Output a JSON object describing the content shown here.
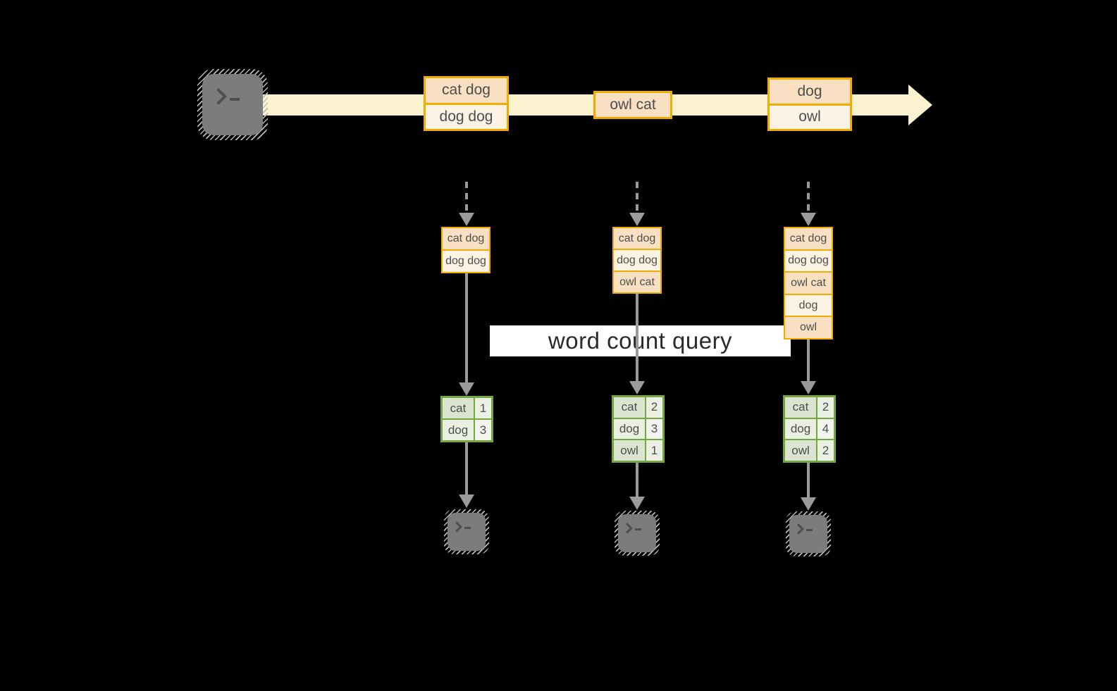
{
  "banner": {
    "label": "word count query"
  },
  "stream": {
    "source_icon": "terminal-icon",
    "events": [
      {
        "lines": [
          "cat dog",
          "dog dog"
        ]
      },
      {
        "lines": [
          "owl cat"
        ]
      },
      {
        "lines": [
          "dog",
          "owl"
        ]
      }
    ]
  },
  "columns": [
    {
      "buffer": [
        "cat dog",
        "dog dog"
      ],
      "counts": [
        {
          "word": "cat",
          "count": "1"
        },
        {
          "word": "dog",
          "count": "3"
        }
      ],
      "sink_icon": "terminal-icon"
    },
    {
      "buffer": [
        "cat dog",
        "dog dog",
        "owl cat"
      ],
      "counts": [
        {
          "word": "cat",
          "count": "2"
        },
        {
          "word": "dog",
          "count": "3"
        },
        {
          "word": "owl",
          "count": "1"
        }
      ],
      "sink_icon": "terminal-icon"
    },
    {
      "buffer": [
        "cat dog",
        "dog dog",
        "owl cat",
        "dog",
        "owl"
      ],
      "counts": [
        {
          "word": "cat",
          "count": "2"
        },
        {
          "word": "dog",
          "count": "4"
        },
        {
          "word": "owl",
          "count": "2"
        }
      ],
      "sink_icon": "terminal-icon"
    }
  ],
  "colors": {
    "background": "#000000",
    "cream": "#FBF2CF",
    "amber": "#F2AB00",
    "peach_dark": "#FAE0C2",
    "peach_light": "#FDF3E4",
    "green": "#74A83F",
    "gray": "#9B9B9B",
    "terminal_gray": "#7C7C7C",
    "banner_bg": "#FFFFFF",
    "banner_text": "#2B2B2B",
    "cell_text": "#4D4D4D"
  }
}
